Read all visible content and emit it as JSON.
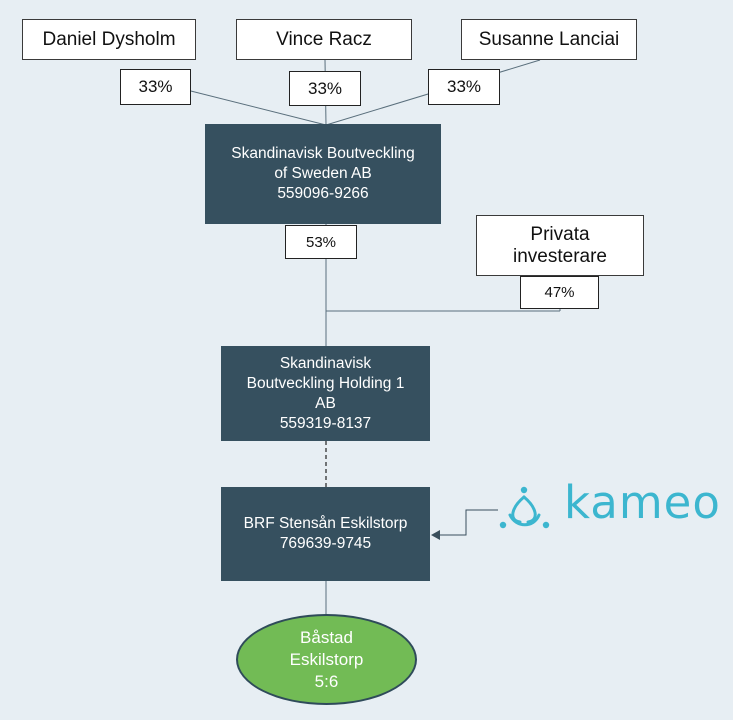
{
  "owners": [
    {
      "name": "Daniel Dysholm",
      "share": "33%"
    },
    {
      "name": "Vince Racz",
      "share": "33%"
    },
    {
      "name": "Susanne Lanciai",
      "share": "33%"
    }
  ],
  "parent_company": {
    "name_line1": "Skandinavisk Boutveckling",
    "name_line2": "of Sweden AB",
    "org_number": "559096-9266",
    "share": "53%"
  },
  "private_investors": {
    "line1": "Privata",
    "line2": "investerare",
    "share": "47%"
  },
  "holding_company": {
    "line1": "Skandinavisk",
    "line2": "Boutveckling Holding 1",
    "line3": "AB",
    "org_number": "559319-8137"
  },
  "brf": {
    "name": "BRF Stensån Eskilstorp",
    "org_number": "769639-9745"
  },
  "property": {
    "line1": "Båstad",
    "line2": "Eskilstorp",
    "line3": "5:6"
  },
  "lender_logo": {
    "text": "kameo",
    "color": "#3cb6cf"
  },
  "colors": {
    "background": "#e7eef3",
    "company_box": "#36505f",
    "property_oval": "#72bb55",
    "connector": "#5a6f7c"
  }
}
